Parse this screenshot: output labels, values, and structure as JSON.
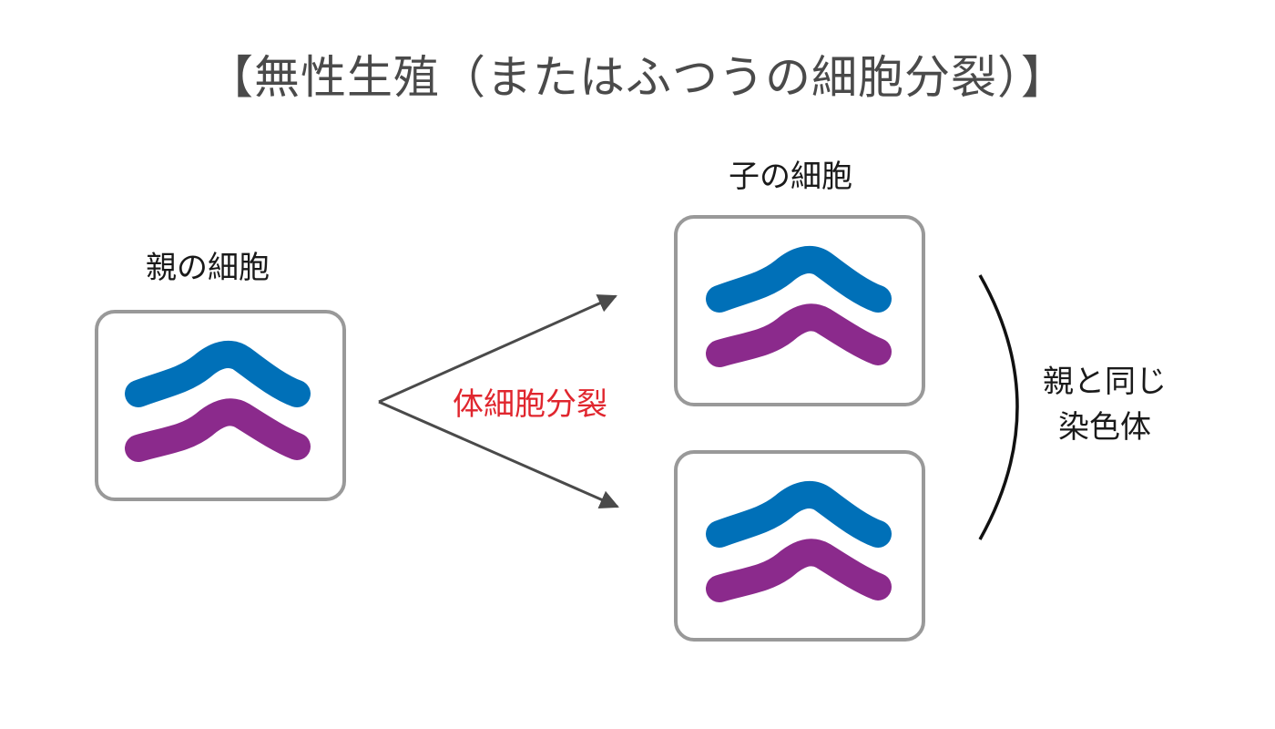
{
  "title": "【無性生殖（またはふつうの細胞分裂）】",
  "parent_label": "親の細胞",
  "child_label": "子の細胞",
  "process_label": "体細胞分裂",
  "result_line1": "親と同じ",
  "result_line2": "染色体",
  "colors": {
    "chromosome_blue": "#0070b8",
    "chromosome_purple": "#8b2a8c",
    "cell_border": "#999999",
    "arrow": "#4a4a4a",
    "process_text": "#e0262e"
  }
}
